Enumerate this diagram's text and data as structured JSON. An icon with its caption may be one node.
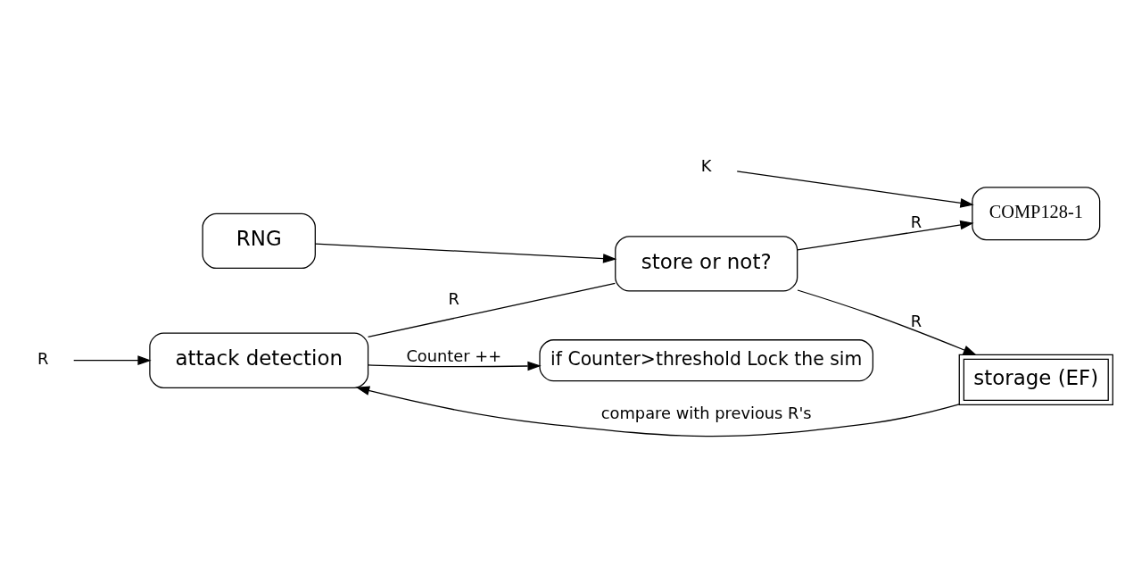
{
  "diagram": {
    "nodes": [
      {
        "text": [
          "if Counter>threshold Lock the sim"
        ]
      },
      {
        "text": [
          "attack detection"
        ]
      },
      {
        "text": [
          "store or not?"
        ]
      },
      {
        "text": [
          "COMP128-1"
        ]
      },
      {
        "text": [
          "storage (EF)"
        ]
      },
      {
        "text": [
          "RNG"
        ]
      },
      {
        "text": [
          "R"
        ]
      },
      {
        "text": [
          "K"
        ]
      }
    ],
    "edges": [
      {
        "from": 6,
        "to": 1,
        "arrow": "to"
      },
      {
        "from": 1,
        "to": 0,
        "arrow": "to",
        "label": "Counter ++"
      },
      {
        "from": 1,
        "to": 2,
        "arrow": "none",
        "label": "R"
      },
      {
        "from": 2,
        "to": 3,
        "arrow": "to",
        "label": "R"
      },
      {
        "from": 2,
        "to": 4,
        "arrow": "to",
        "label": "R"
      },
      {
        "from": 4,
        "to": 1,
        "arrow": "to",
        "label": "compare with previous R's"
      },
      {
        "from": 5,
        "to": 2,
        "arrow": "to"
      },
      {
        "from": 7,
        "to": 3,
        "arrow": "to"
      }
    ]
  }
}
